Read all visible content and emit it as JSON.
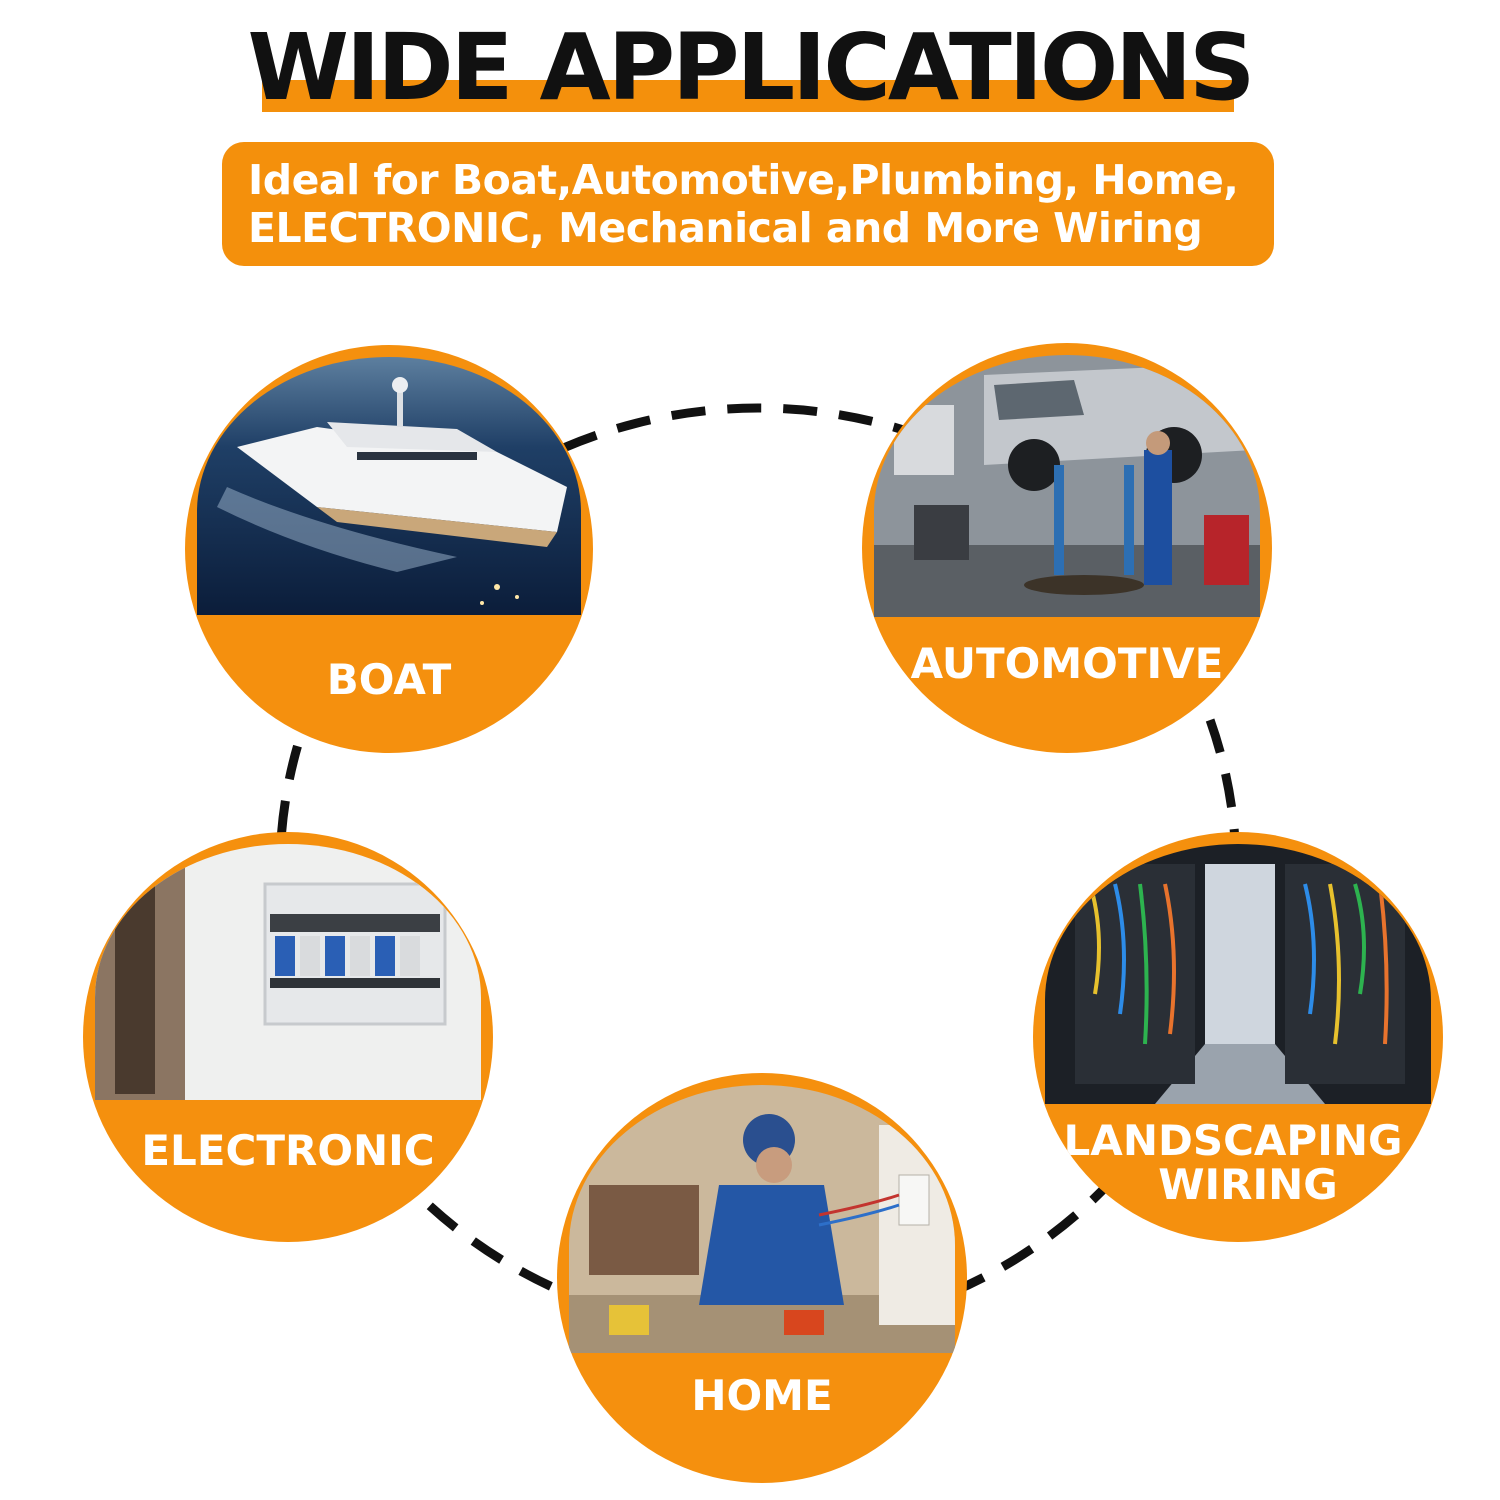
{
  "header": {
    "title": "WIDE APPLICATIONS",
    "subtitle_line1": "Ideal for Boat,Automotive,Plumbing, Home,",
    "subtitle_line2": "ELECTRONIC, Mechanical and More Wiring"
  },
  "applications": {
    "boat": {
      "label": "BOAT",
      "icon": "yacht-photo"
    },
    "automotive": {
      "label": "AUTOMOTIVE",
      "icon": "car-lift-photo"
    },
    "electronic": {
      "label": "ELECTRONIC",
      "icon": "breaker-panel-photo"
    },
    "home": {
      "label": "HOME",
      "icon": "electrician-photo"
    },
    "landscaping": {
      "label_line1": "LANDSCAPING",
      "label_line2": "WIRING",
      "icon": "server-room-photo"
    }
  },
  "colors": {
    "accent": "#f4900c",
    "text_dark": "#111111",
    "text_light": "#ffffff",
    "ring_dash": "#111111"
  }
}
